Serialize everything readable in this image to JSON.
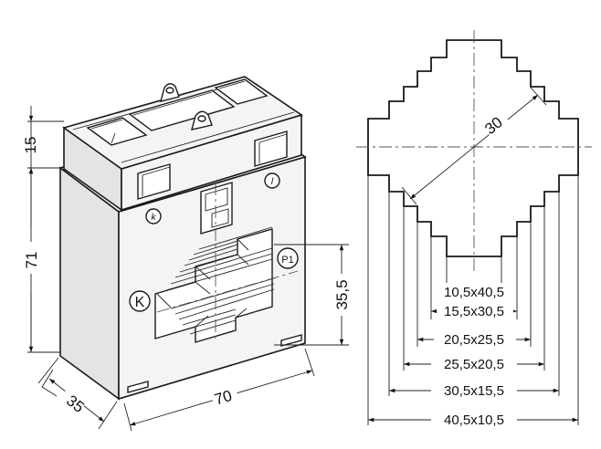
{
  "left_view": {
    "dims": {
      "top_height": "15",
      "body_height": "71",
      "depth": "35",
      "width": "70",
      "window_height": "35,5"
    },
    "terminals": {
      "k_small": "k",
      "l_small": "l",
      "K_large": "K",
      "P_large": "P1"
    }
  },
  "right_view": {
    "diameter": "30",
    "busbar_sizes": [
      "10,5x40,5",
      "15,5x30,5",
      "20,5x25,5",
      "25,5x20,5",
      "30,5x15,5",
      "40,5x10,5"
    ]
  }
}
